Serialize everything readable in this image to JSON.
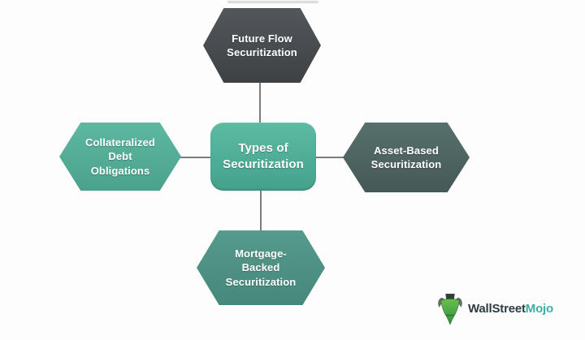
{
  "diagram": {
    "title_node": {
      "label": "Types of\nSecuritization",
      "gradient": {
        "top": "#5dbaa3",
        "bottom": "#44a18b"
      }
    },
    "nodes": [
      {
        "id": "future-flow",
        "position": "top",
        "label": "Future Flow\nSecuritization",
        "gradient": {
          "top": "#53575b",
          "bottom": "#3e4144"
        }
      },
      {
        "id": "asset-based",
        "position": "right",
        "label": "Asset-Based\nSecuritization",
        "gradient": {
          "top": "#57706c",
          "bottom": "#455955"
        }
      },
      {
        "id": "mortgage-backed",
        "position": "bottom",
        "label": "Mortgage-\nBacked\nSecuritization",
        "gradient": {
          "top": "#569a8d",
          "bottom": "#46887b"
        }
      },
      {
        "id": "collateralized-debt",
        "position": "left",
        "label": "Collateralized\nDebt\nObligations",
        "gradient": {
          "top": "#5eb7a1",
          "bottom": "#4aa28c"
        }
      }
    ],
    "connector_color": "#7d7d7d",
    "text_color": "#ffffff"
  },
  "logo": {
    "brand_primary": "WallStreet",
    "brand_accent": "Mojo",
    "icon": "bull-icon",
    "primary_color": "#2c3a43",
    "accent_color": "#3ab0a2",
    "icon_green_light": "#6abf4b",
    "icon_green_dark": "#2f8f3f"
  }
}
